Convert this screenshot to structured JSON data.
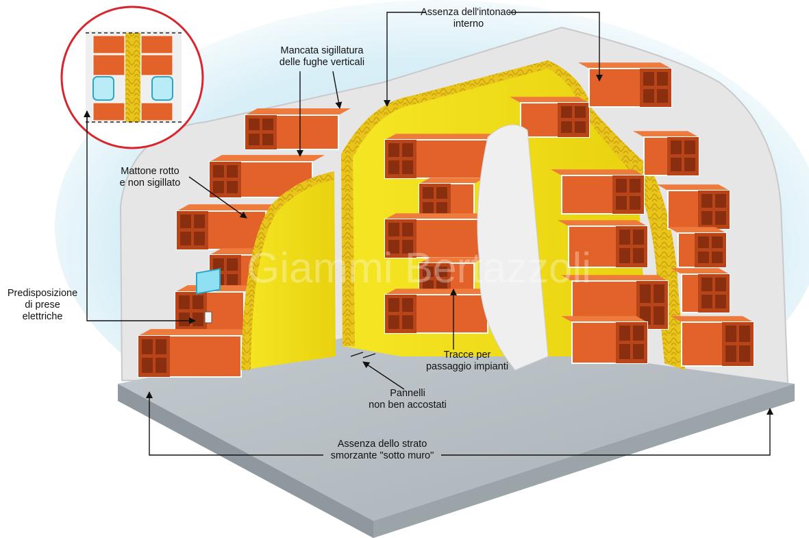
{
  "labels": {
    "no_internal_plaster": [
      "Assenza dell'intonaco",
      "interno"
    ],
    "vertical_joints": [
      "Mancata sigillatura",
      "delle fughe verticali"
    ],
    "broken_brick": [
      "Mattone rotto",
      "e non sigillato"
    ],
    "electrical_outlets": [
      "Predisposizione",
      "di prese",
      "elettriche"
    ],
    "service_channels": [
      "Tracce per",
      "passaggio impianti"
    ],
    "panels_gap": [
      "Pannelli",
      "non ben accostati"
    ],
    "no_damping_layer": [
      "Assenza dello strato",
      "smorzante \"sotto muro\""
    ]
  },
  "watermark": "Giammi Bertazzoli",
  "colors": {
    "brick": "#e2622a",
    "brick_dark": "#b8441a",
    "insulation": "#f3e21c",
    "plaster": "#e8e8e8",
    "floor": "#b4bcc1",
    "glow": "#bfe3f1",
    "inset_ring": "#d8262e"
  }
}
